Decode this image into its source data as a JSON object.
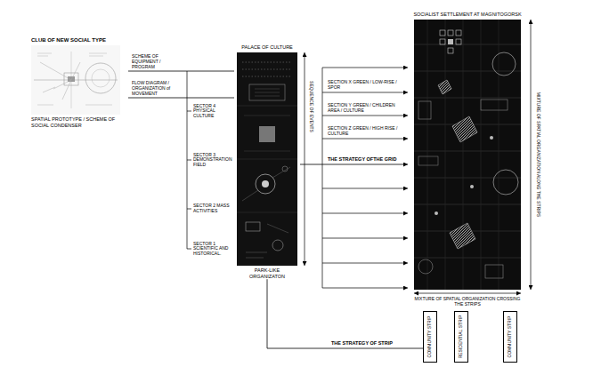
{
  "diagram": {
    "nodes": [
      {
        "text": [
          "CLUB OF NEW SOCIAL TYPE",
          "SPATIAL PROTOTYPE / SCHEME OF SOCIAL CONDENSER"
        ]
      },
      {
        "text": [
          "PALACE OF CULTURE",
          "PARK-LIKE ORGANIZATON"
        ]
      },
      {
        "text": [
          "SOCIALIST SETTLEMENT AT MAGNITOGORSK"
        ]
      },
      {
        "text": [
          "COMMUNITY STRIP"
        ]
      },
      {
        "text": [
          "RESIDENTIAL STRIP"
        ]
      },
      {
        "text": [
          "COMMUNITY STRIP"
        ]
      }
    ],
    "edges": [
      {
        "from": 0,
        "to": 1,
        "label": "SCHEME OF EQUIPMENT / PROGRAM",
        "arrow": "none"
      },
      {
        "from": 0,
        "to": 1,
        "label": "FLOW DIAGRAM / ORGANIZATION of MOVEMENT",
        "arrow": "none"
      },
      {
        "from": 1,
        "to": 2,
        "label": "THE STRATEGY OFTHE GRID",
        "arrow": "to"
      },
      {
        "from": 1,
        "to": 3,
        "label": "THE STRATEGY OF STRIP",
        "arrow": "none"
      }
    ],
    "labels": [
      "SECTOR 4 PHYSICAL CULTURE",
      "SECTOR 3 DEMONSTRATION FIELD",
      "SECTOR 2 MASS ACTIVITIES",
      "SECTOR 1 SCIENTIFIC AND HISTORICAL.",
      "SEQUENCE OF EVENTS",
      "SECTION X GREEN / LOW-RISE / SPOR",
      "SECTION Y GREEN / CHILDREN AREA / CULTURE",
      "SECTION Z GREEN / HIGH RISE / CULTURE",
      "MIXTURE OF SPATIAL ORGANIZATION ALONG THE STRIPS",
      "MIXTURE OF SPATIAL ORGANIZATION CROSSING THE STRIPS"
    ]
  }
}
